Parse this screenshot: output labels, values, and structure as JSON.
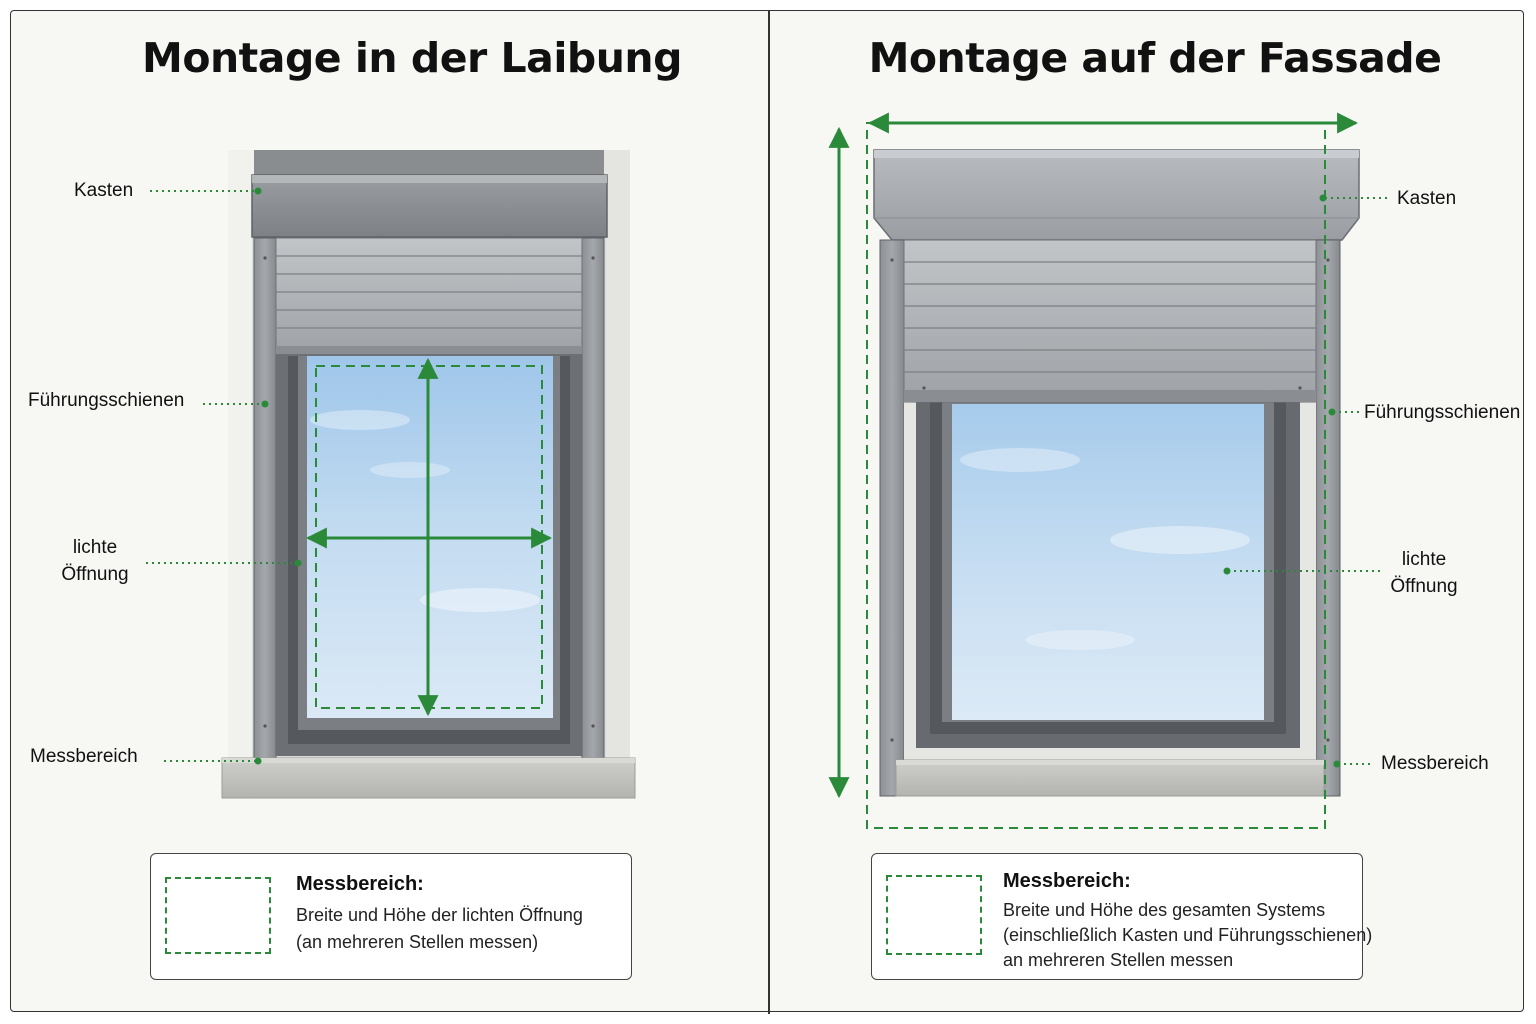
{
  "left": {
    "title": "Montage in der Laibung",
    "labels": {
      "kasten": "Kasten",
      "fuehrungsschienen": "Führungsschienen",
      "lichte_line1": "lichte",
      "lichte_line2": "Öffnung",
      "messbereich": "Messbereich"
    },
    "legend": {
      "heading": "Messbereich:",
      "line1": "Breite und Höhe der lichten Öffnung",
      "line2": "(an mehreren Stellen messen)"
    }
  },
  "right": {
    "title": "Montage auf der Fassade",
    "labels": {
      "kasten": "Kasten",
      "fuehrungsschienen": "Führungsschienen",
      "lichte_line1": "lichte",
      "lichte_line2": "Öffnung",
      "messbereich": "Messbereich"
    },
    "legend": {
      "heading": "Messbereich:",
      "line1": "Breite und Höhe des gesamten Systems",
      "line2": "(einschließlich Kasten und Führungsschienen)",
      "line3": "an mehreren Stellen messen"
    }
  },
  "colors": {
    "measure_green": "#2a8a3a",
    "frame_gray": "#6e7175",
    "shutter_gray": "#a9adb1",
    "glass_blue": "#b9d6ef",
    "wall_white": "#f3f3f0",
    "sill_gray": "#c4c4c0"
  }
}
